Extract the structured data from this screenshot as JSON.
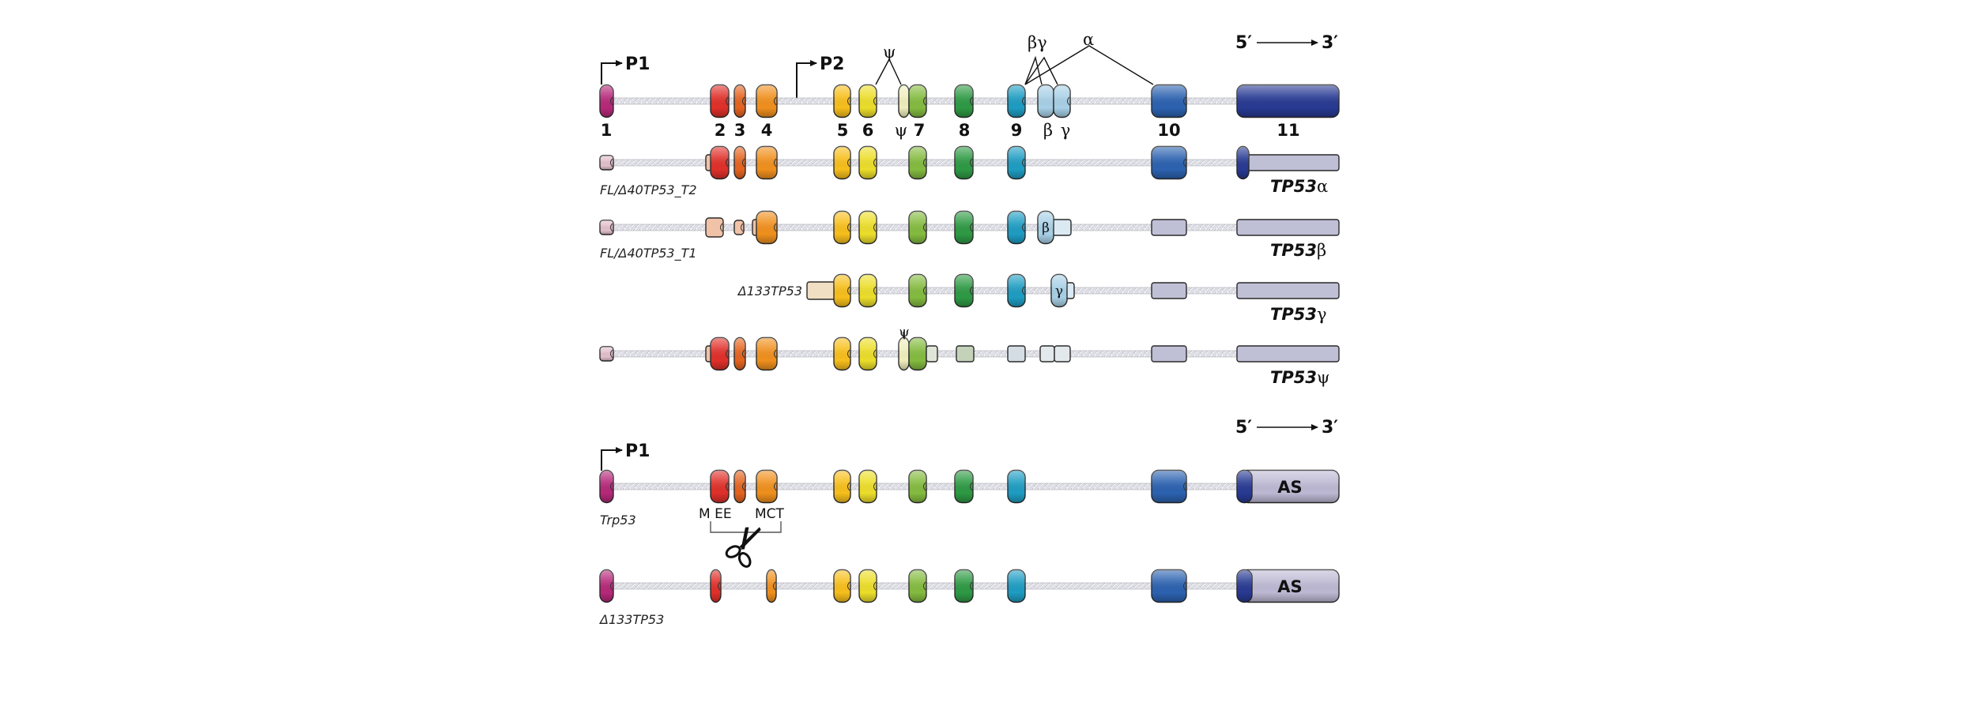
{
  "figure": {
    "direction": {
      "five_prime": "5′",
      "three_prime": "3′"
    },
    "promoters": {
      "p1": "P1",
      "p2": "P2"
    },
    "colors": {
      "e1": "#b7287a",
      "e2": "#e0302a",
      "e3": "#e5641f",
      "e4": "#f0901e",
      "e5": "#f7bf1c",
      "e6": "#ecde2a",
      "psi": "#efeebc",
      "e7": "#84bb40",
      "e8": "#2e9a44",
      "e9": "#1e9dc3",
      "beta": "#a8d0e6",
      "gamma": "#a8d0e6",
      "e10": "#2c62b0",
      "e11": "#283a93",
      "pale1": "#e3bfcb",
      "pale23": "#f0c2a8",
      "pale_utr": "#f0dfc3",
      "pale_grey": "#bfbfd6",
      "pale_green": "#c4d2ba",
      "pale_blue": "#d4dde4",
      "pale_white": "#e3e8ec",
      "mouse_as": "#bdb9d4"
    },
    "genomic": {
      "exon_numbers": [
        "1",
        "2",
        "3",
        "4",
        "5",
        "6",
        "ψ",
        "7",
        "8",
        "9",
        "β",
        "γ",
        "10",
        "11"
      ],
      "splice_labels": {
        "psi": "ψ",
        "beta_gamma": "βγ",
        "alpha": "α"
      }
    },
    "isoforms": [
      {
        "left_label": "FL/Δ40TP53_T2",
        "right_label_main": "TP53",
        "right_label_greek": "α"
      },
      {
        "left_label": "FL/Δ40TP53_T1",
        "right_label_main": "TP53",
        "right_label_greek": "β",
        "inner_mark": "β"
      },
      {
        "left_label": "Δ133TP53",
        "right_label_main": "TP53",
        "right_label_greek": "γ",
        "inner_mark": "γ"
      },
      {
        "left_label": "",
        "right_label_main": "TP53",
        "right_label_greek": "ψ",
        "top_mark": "ψ"
      }
    ],
    "mouse": {
      "rows": [
        {
          "left_label": "Trp53",
          "end_label": "AS"
        },
        {
          "left_label": "Δ133TP53",
          "end_label": "AS"
        }
      ],
      "motif_left": "M EE",
      "motif_right": "MCT",
      "deletion_icon": "scissors-icon"
    }
  }
}
